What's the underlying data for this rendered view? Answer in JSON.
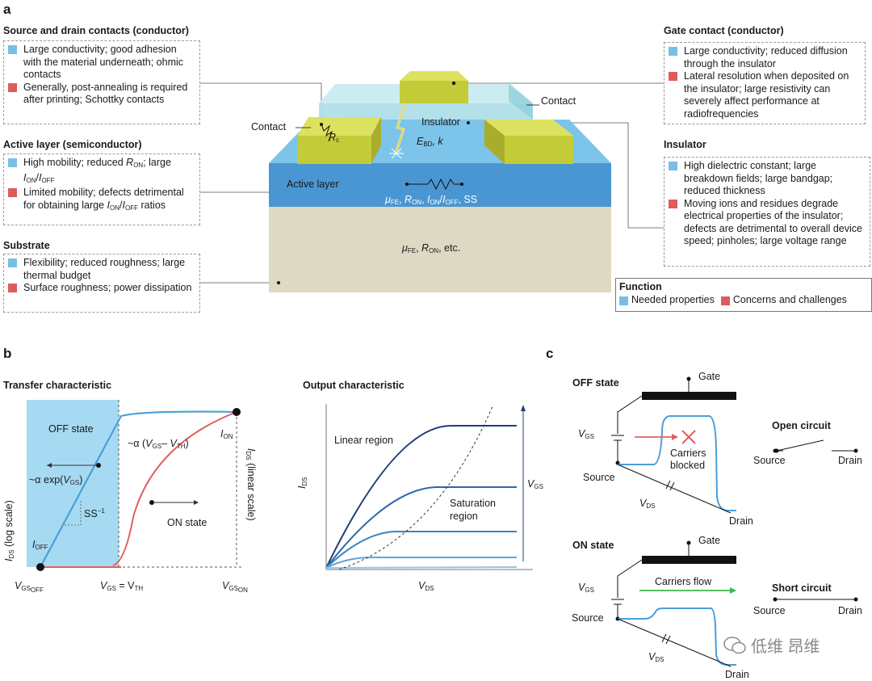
{
  "panels": {
    "a": "a",
    "b": "b",
    "c": "c"
  },
  "source_drain": {
    "title": "Source and drain contacts (conductor)",
    "needed": "Large conductivity; good adhesion with the material underneath; ohmic contacts",
    "concern": "Generally, post-annealing is required after printing; Schottky contacts"
  },
  "active": {
    "title": "Active layer (semiconductor)",
    "needed_a": "High mobility; reduced ",
    "needed_b": "; large ",
    "concern_a": "Limited mobility; defects detrimental for obtaining large ",
    "concern_b": " ratios"
  },
  "substrate": {
    "title": "Substrate",
    "needed": "Flexibility; reduced roughness; large thermal budget",
    "concern": "Surface roughness; power dissipation"
  },
  "gate": {
    "title": "Gate contact (conductor)",
    "needed": "Large conductivity; reduced diffusion through the insulator",
    "concern": "Lateral resolution when deposited on the insulator; large resistivity can severely affect performance at radiofrequencies"
  },
  "insulator": {
    "title": "Insulator",
    "needed": "High dielectric constant; large breakdown fields; large bandgap; reduced thickness",
    "concern": "Moving ions and residues degrade electrical properties of the insulator; defects are detrimental to overall device speed; pinholes; large voltage range"
  },
  "legend": {
    "title": "Function",
    "needed": "Needed properties",
    "concern": "Concerns and challenges"
  },
  "device": {
    "contact_left": "Contact",
    "contact_right": "Contact",
    "insulator": "Insulator",
    "active_layer": "Active layer",
    "rc": "R",
    "rc_sub": "c",
    "ebd": "E",
    "ebd_sub": "BD",
    "ebd_k": ", k",
    "params": "μ",
    "substrate_params": "μ",
    "etc": ", etc.",
    "ss": ", SS"
  },
  "transfer": {
    "title": "Transfer characteristic",
    "off_state": "OFF state",
    "on_state": "ON state",
    "exp_label": "~α exp(",
    "lin_label": "~α (",
    "ss_label": "SS",
    "ss_sup": "−1",
    "ylabel_log": "(log scale)",
    "ylabel_lin": "(linear scale)",
    "ion": "I",
    "ion_sub": "ON",
    "ioff": "I",
    "ioff_sub": "OFF",
    "vgs_off": "V",
    "vgs_off_sub": "GS",
    "vgs_off_subsub": "OFF",
    "vth_label": "= V",
    "vth_sub": "TH",
    "vgs_on_subsub": "ON"
  },
  "output": {
    "title": "Output characteristic",
    "linear": "Linear region",
    "saturation_1": "Saturation",
    "saturation_2": "region",
    "ylabel": "I",
    "ylabel_sub": "DS",
    "xlabel": "V",
    "xlabel_sub": "DS",
    "vgs": "V",
    "vgs_sub": "GS"
  },
  "states": {
    "off_title": "OFF state",
    "on_title": "ON state",
    "gate": "Gate",
    "source": "Source",
    "drain": "Drain",
    "vgs": "V",
    "vgs_sub": "GS",
    "vds": "V",
    "vds_sub": "DS",
    "carriers_blocked_1": "Carriers",
    "carriers_blocked_2": "blocked",
    "carriers_flow": "Carriers flow",
    "open_circuit": "Open circuit",
    "short_circuit": "Short circuit"
  },
  "watermark": "低维 昂维",
  "colors": {
    "blue_fill": "#78bfe6",
    "red_fill": "#de5b5b",
    "active_layer": "#4a96d2",
    "substrate": "#ddd9c3",
    "contact": "#c7cd3f",
    "curve_blue": "#4a9fd8",
    "curve_red": "#e06060"
  }
}
